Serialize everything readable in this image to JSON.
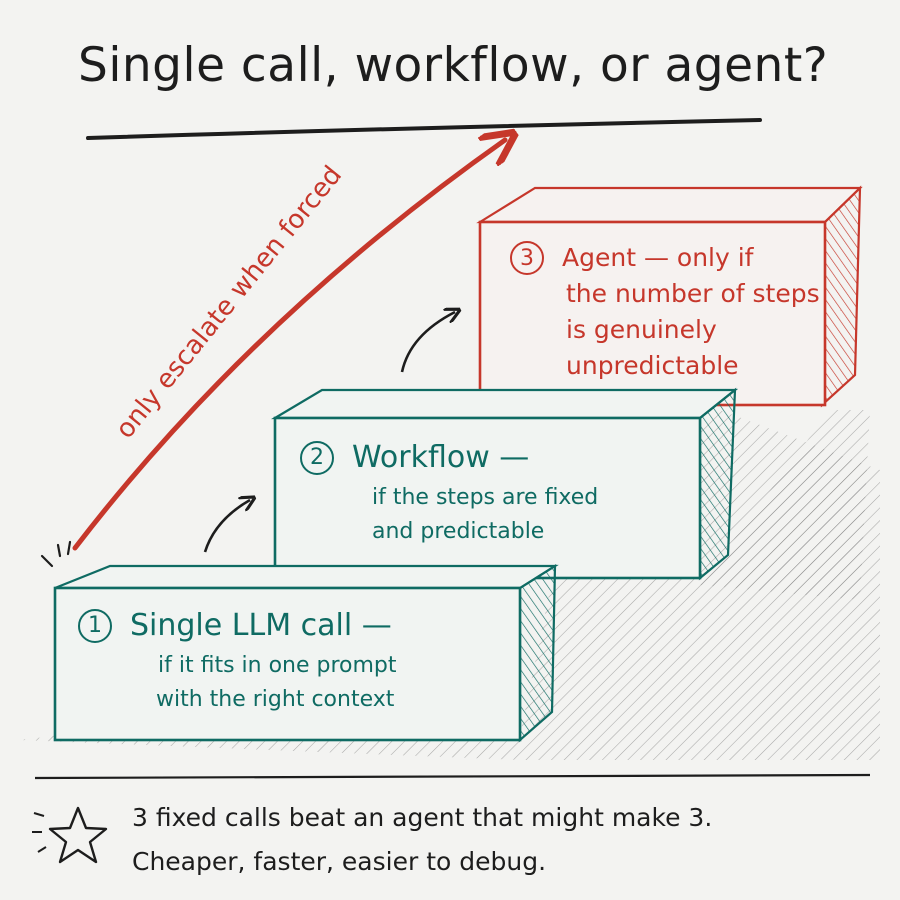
{
  "title": "Single call, workflow, or agent?",
  "escalation_label": "only escalate when forced",
  "steps": [
    {
      "number": "1",
      "heading": "Single LLM call —",
      "lines": [
        "if it fits in one prompt",
        "with the right context"
      ],
      "color": "#0f6b63"
    },
    {
      "number": "2",
      "heading": "Workflow —",
      "lines": [
        "if the steps are fixed",
        "and predictable"
      ],
      "color": "#0f6b63"
    },
    {
      "number": "3",
      "heading": "Agent — only if",
      "lines": [
        "the number of steps",
        "is genuinely",
        "unpredictable"
      ],
      "color": "#c6372b"
    }
  ],
  "footer": {
    "icon": "star-icon",
    "line1": "3 fixed calls beat an agent that might make 3.",
    "line2": "Cheaper, faster, easier to debug."
  },
  "colors": {
    "ink": "#1d1d1d",
    "teal": "#0f6b63",
    "red": "#c6372b",
    "paper": "#f3f3f1"
  }
}
